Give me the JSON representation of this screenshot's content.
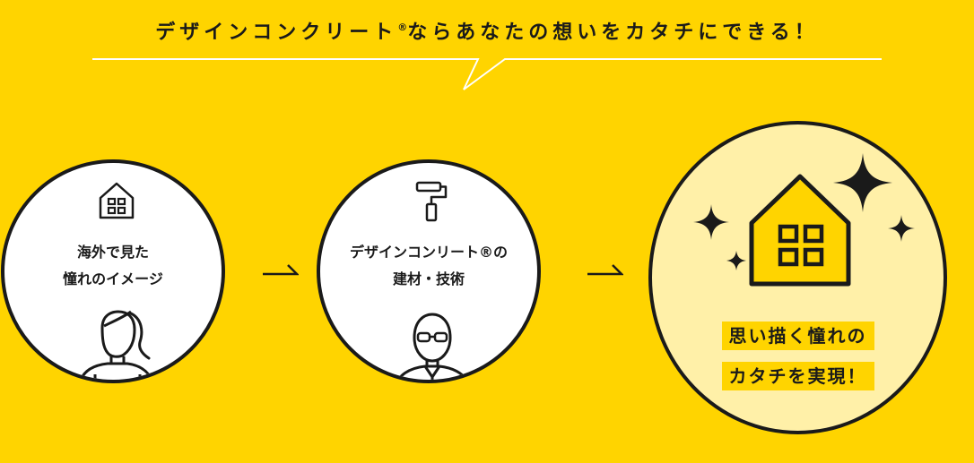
{
  "heading": {
    "text_before": "デザインコンクリート",
    "registered_mark": "®",
    "text_after": "ならあなたの想いをカタチにできる！"
  },
  "steps": [
    {
      "line1": "海外で見た",
      "line2": "憧れのイメージ",
      "icons": [
        "house-icon",
        "woman-icon"
      ]
    },
    {
      "line1": "デザインコンリート®の",
      "line2": "建材・技術",
      "icons": [
        "paint-roller-icon",
        "craftsman-icon"
      ]
    },
    {
      "line1": "思い描く憧れの",
      "line2": "カタチを実現！",
      "icons": [
        "house-icon",
        "sparkle-icon"
      ]
    }
  ],
  "colors": {
    "background": "#FFD400",
    "circle": "#FFFFFF",
    "result_circle": "#FFF0A8",
    "ink": "#1A1A1A"
  }
}
